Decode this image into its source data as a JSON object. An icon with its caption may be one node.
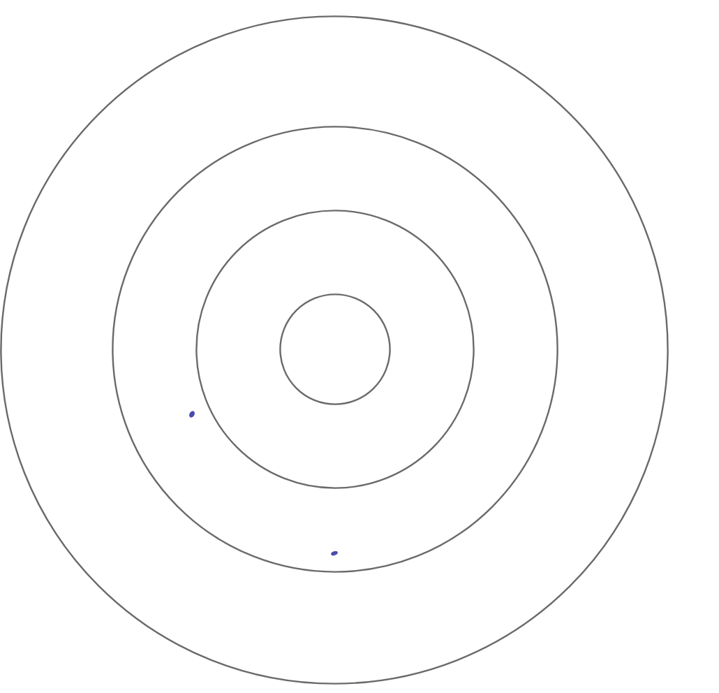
{
  "diagram": {
    "nodes": [
      {
        "text": [],
        "shape": "circle"
      },
      {
        "text": [],
        "shape": "circle",
        "in": 0
      },
      {
        "text": [],
        "shape": "circle",
        "in": 1
      },
      {
        "text": [],
        "shape": "circle",
        "in": 2
      },
      {
        "text": [],
        "shape": "dot",
        "in": 1
      },
      {
        "text": [],
        "shape": "dot",
        "in": 1
      }
    ]
  }
}
